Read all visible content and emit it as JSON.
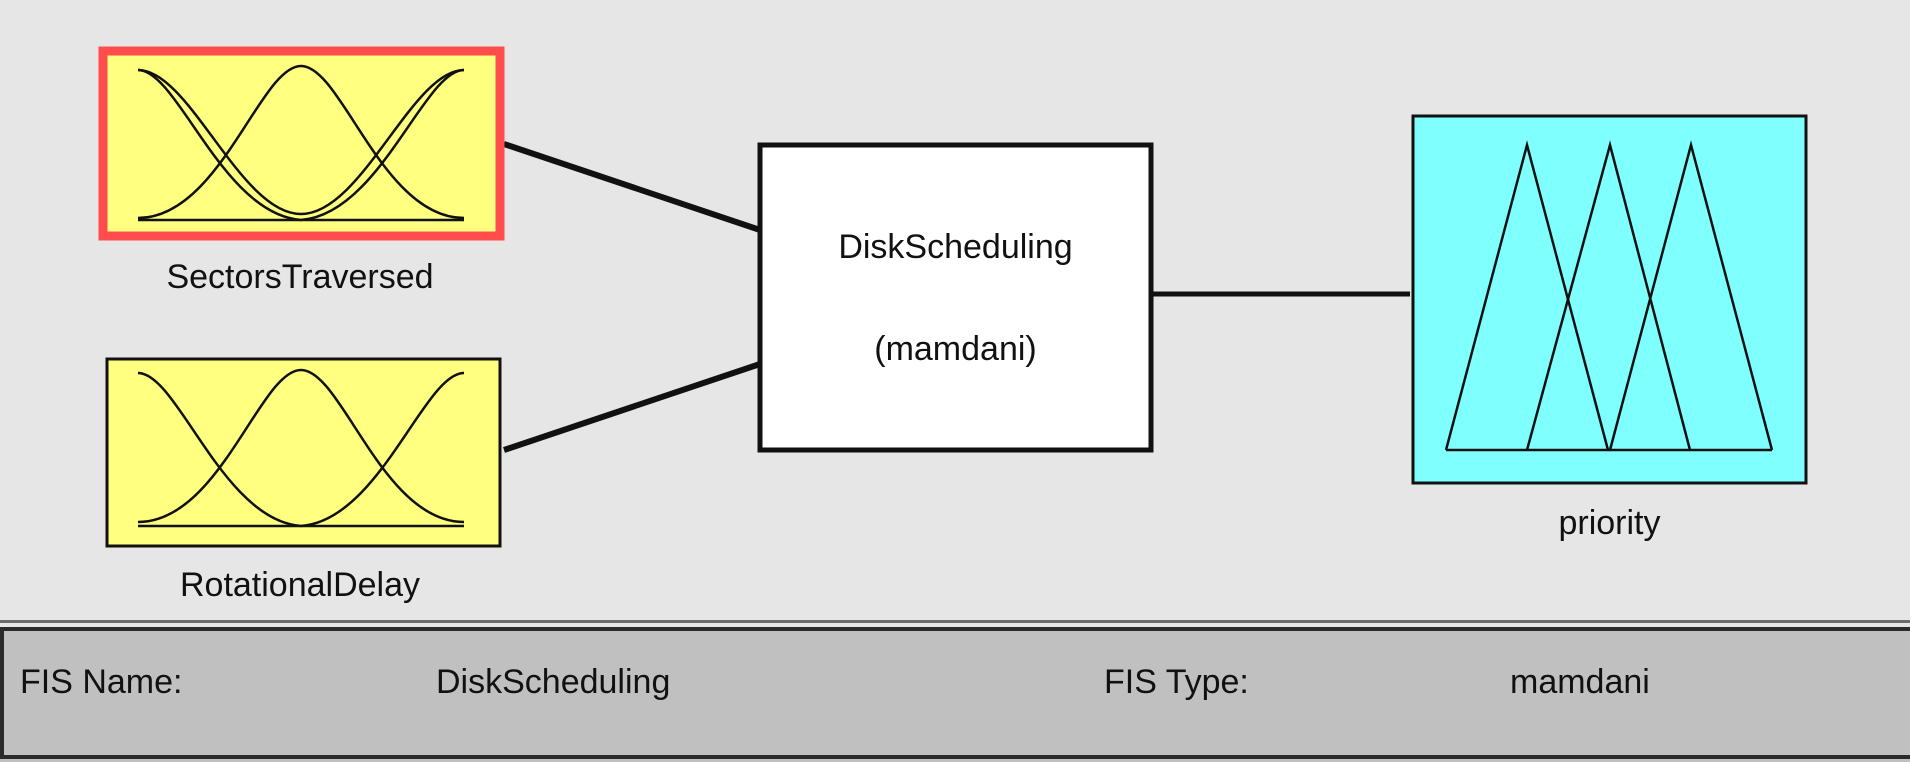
{
  "inputs": [
    {
      "name": "SectorsTraversed",
      "selected": true
    },
    {
      "name": "RotationalDelay",
      "selected": false
    }
  ],
  "system": {
    "name": "DiskScheduling",
    "type_label": "(mamdani)"
  },
  "outputs": [
    {
      "name": "priority"
    }
  ],
  "info_panel": {
    "fis_name_label": "FIS Name:",
    "fis_name_value": "DiskScheduling",
    "fis_type_label": "FIS Type:",
    "fis_type_value": "mamdani"
  },
  "colors": {
    "input_fill": "#ffff80",
    "output_fill": "#80ffff",
    "selected_border": "#ff4c4c",
    "system_fill": "#ffffff",
    "background": "#e6e6e6",
    "panel": "#c0c0c0"
  }
}
